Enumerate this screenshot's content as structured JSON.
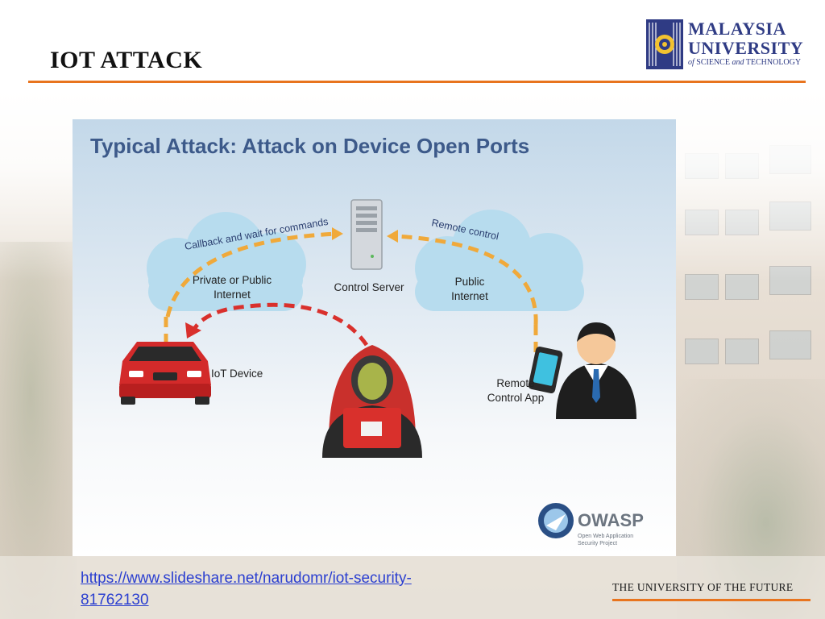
{
  "slide": {
    "title": "IOT ATTACK",
    "accent_color": "#e8741e",
    "source_link": "https://www.slideshare.net/narudomr/iot-security-81762130",
    "tagline": "THE UNIVERSITY OF THE FUTURE"
  },
  "logo": {
    "line1": "MALAYSIA",
    "line2": "UNIVERSITY",
    "line3": "of SCIENCE and TECHNOLOGY",
    "color": "#2f3b84"
  },
  "diagram": {
    "heading": "Typical Attack: Attack on Device Open Ports",
    "callback_label": "Callback and wait for commands",
    "remote_control_label": "Remote control",
    "cloud_left_line1": "Private or Public",
    "cloud_left_line2": "Internet",
    "server_label": "Control Server",
    "cloud_right_line1": "Public",
    "cloud_right_line2": "Internet",
    "device_label": "IoT Device",
    "app_label_line1": "Remote",
    "app_label_line2": "Control App",
    "owasp_name": "OWASP",
    "owasp_sub_line1": "Open Web Application",
    "owasp_sub_line2": "Security Project",
    "heading_color": "#3d5a8a",
    "cloud_color": "#b7dcee",
    "orange_arrow_color": "#f0a93a",
    "red_arrow_color": "#d9302c"
  }
}
